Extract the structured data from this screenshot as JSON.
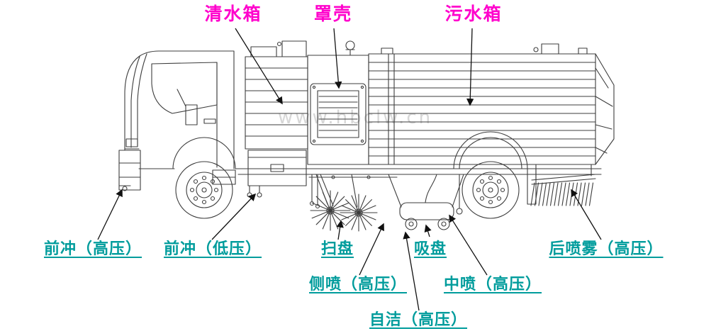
{
  "diagram": {
    "subject": "street-sweeper-truck-schematic",
    "watermark": "www.hbclw.cn",
    "colors": {
      "top_label": "#ff00cc",
      "bottom_label": "#009c9c",
      "drawing_line": "#3d3d3d",
      "arrow": "#111111",
      "watermark_color": "#d7d7d7",
      "background": "#ffffff"
    },
    "top_labels": [
      {
        "id": "clean-water-tank",
        "label": "清水箱"
      },
      {
        "id": "cover-shell",
        "label": "罩壳"
      },
      {
        "id": "sewage-tank",
        "label": "污水箱"
      }
    ],
    "bottom_labels": [
      {
        "id": "front-flush-high",
        "label": "前冲（高压）"
      },
      {
        "id": "front-flush-low",
        "label": "前冲（低压）"
      },
      {
        "id": "sweep-disc",
        "label": "扫盘"
      },
      {
        "id": "suction-nozzle",
        "label": "吸盘"
      },
      {
        "id": "rear-spray-high",
        "label": "后喷雾（高压）"
      },
      {
        "id": "side-spray-high",
        "label": "侧喷（高压）"
      },
      {
        "id": "mid-spray-high",
        "label": "中喷（高压）"
      },
      {
        "id": "self-clean-high",
        "label": "自洁（高压）"
      }
    ]
  }
}
